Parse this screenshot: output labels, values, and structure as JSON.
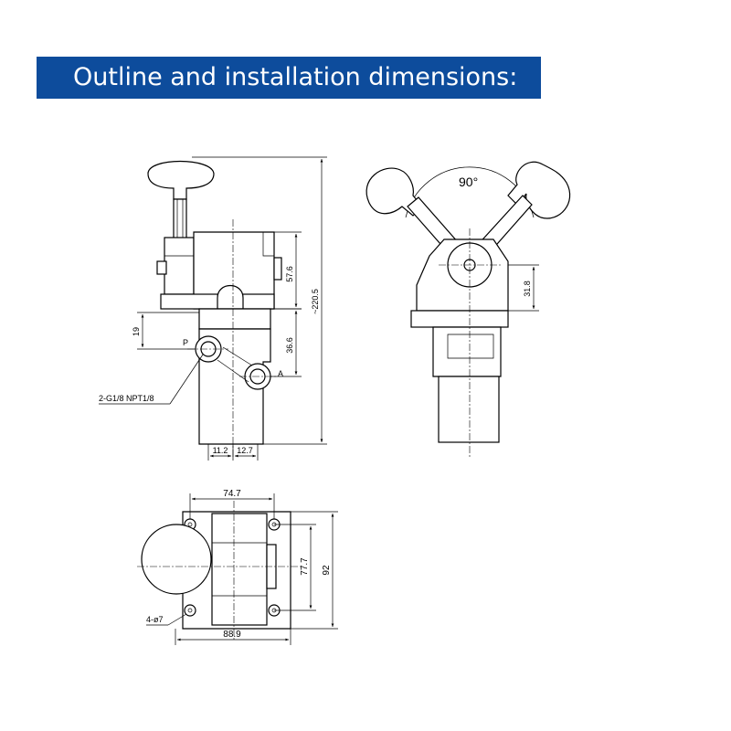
{
  "header": {
    "title": "Outline and installation dimensions:"
  },
  "front_view": {
    "dims": {
      "height_top": "57.6",
      "height_total": "~220.5",
      "height_19": "19",
      "height_36": "36.6",
      "width_11": "11.2",
      "width_12": "12.7",
      "port_p": "P",
      "port_a": "A",
      "thread": "2-G1/8 NPT1/8"
    }
  },
  "side_view": {
    "dims": {
      "angle": "90°",
      "height_31": "31.8"
    }
  },
  "plan_view": {
    "dims": {
      "width_74": "74.7",
      "width_88": "88.9",
      "height_77": "77.7",
      "height_92": "92",
      "holes": "4-ø7"
    }
  },
  "colors": {
    "banner": "#0d4c9c",
    "banner_text": "#ffffff",
    "line": "#000000"
  }
}
